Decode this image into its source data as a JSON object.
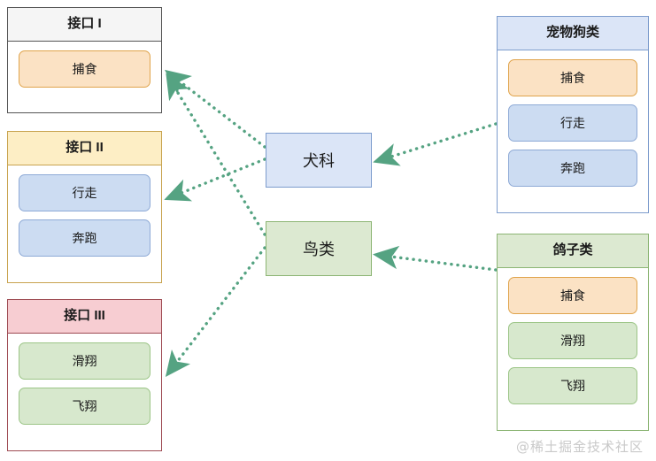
{
  "diagram": {
    "type": "interface-implementation-uml",
    "watermark": "@稀土掘金技术社区",
    "accent_color": "#55a382",
    "interfaces": [
      {
        "id": "interface-1",
        "title": "接口 I",
        "header_color": "#f5f5f5",
        "border_color": "#555555",
        "methods": [
          {
            "label": "捕食",
            "style": "orange"
          }
        ]
      },
      {
        "id": "interface-2",
        "title": "接口 II",
        "header_color": "#fdeec5",
        "border_color": "#c8a34f",
        "methods": [
          {
            "label": "行走",
            "style": "blue"
          },
          {
            "label": "奔跑",
            "style": "blue"
          }
        ]
      },
      {
        "id": "interface-3",
        "title": "接口 III",
        "header_color": "#f7cdd2",
        "border_color": "#9e4b53",
        "methods": [
          {
            "label": "滑翔",
            "style": "green"
          },
          {
            "label": "飞翔",
            "style": "green"
          }
        ]
      }
    ],
    "middle_nodes": [
      {
        "id": "node-canidae",
        "label": "犬科",
        "style": "blue"
      },
      {
        "id": "node-birds",
        "label": "鸟类",
        "style": "green"
      }
    ],
    "classes": [
      {
        "id": "class-pet-dog",
        "title": "宠物狗类",
        "header_color": "#dbe5f7",
        "border_color": "#7d9ccd",
        "methods": [
          {
            "label": "捕食",
            "style": "orange"
          },
          {
            "label": "行走",
            "style": "blue"
          },
          {
            "label": "奔跑",
            "style": "blue"
          }
        ]
      },
      {
        "id": "class-pigeon",
        "title": "鸽子类",
        "header_color": "#dce9d1",
        "border_color": "#8cb574",
        "methods": [
          {
            "label": "捕食",
            "style": "orange"
          },
          {
            "label": "滑翔",
            "style": "green"
          },
          {
            "label": "飞翔",
            "style": "green"
          }
        ]
      }
    ],
    "connections": [
      {
        "from": "node-canidae",
        "to": "interface-1",
        "kind": "realization"
      },
      {
        "from": "node-canidae",
        "to": "interface-2",
        "kind": "realization"
      },
      {
        "from": "node-birds",
        "to": "interface-1",
        "kind": "realization"
      },
      {
        "from": "node-birds",
        "to": "interface-3",
        "kind": "realization"
      },
      {
        "from": "class-pet-dog",
        "to": "node-canidae",
        "kind": "inheritance"
      },
      {
        "from": "class-pigeon",
        "to": "node-birds",
        "kind": "inheritance"
      }
    ]
  }
}
